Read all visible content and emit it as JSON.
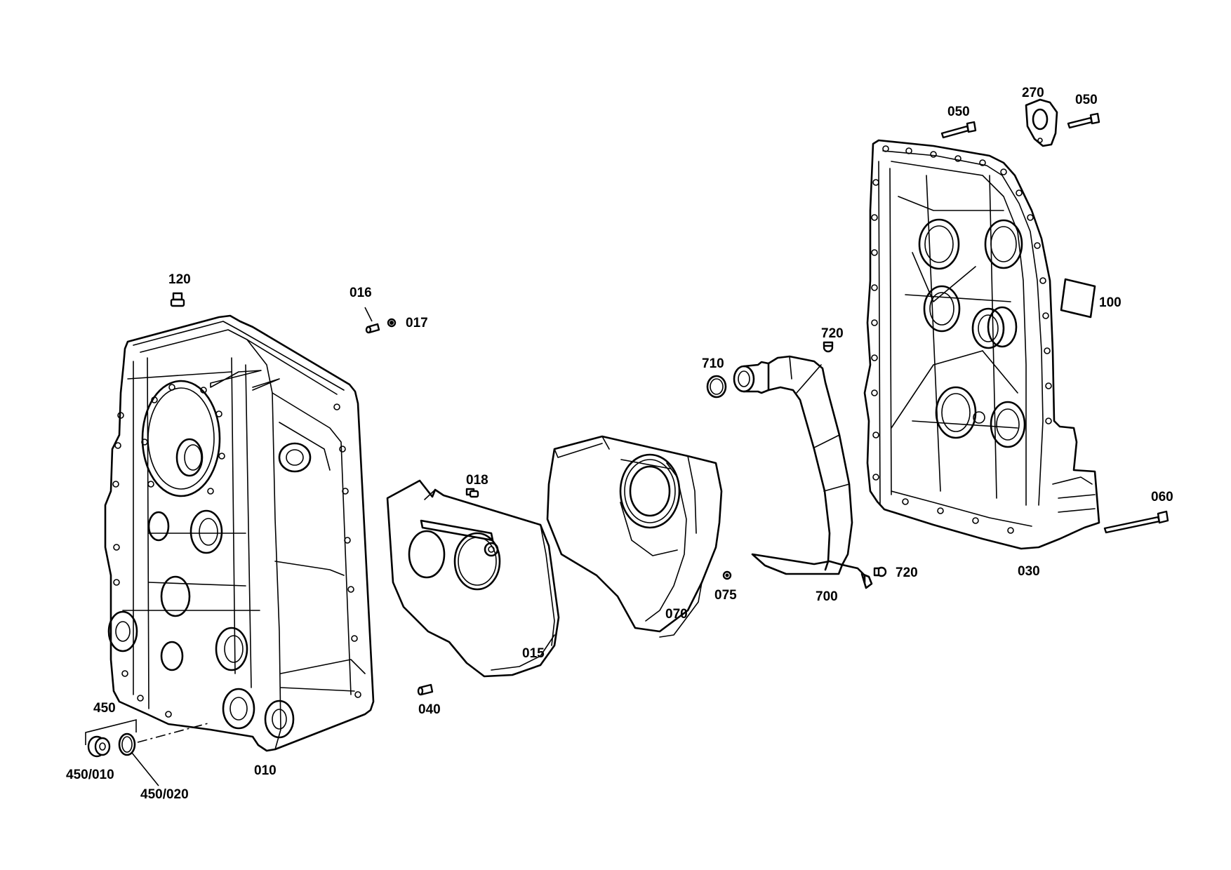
{
  "labels": {
    "p120": "120",
    "p016": "016",
    "p017": "017",
    "p018": "018",
    "p040": "040",
    "p015": "015",
    "p010": "010",
    "p450": "450",
    "p450_010": "450/010",
    "p450_020": "450/020",
    "p070": "070",
    "p075": "075",
    "p710": "710",
    "p720a": "720",
    "p720b": "720",
    "p700": "700",
    "p050a": "050",
    "p270": "270",
    "p050b": "050",
    "p100": "100",
    "p060": "060",
    "p030": "030"
  }
}
